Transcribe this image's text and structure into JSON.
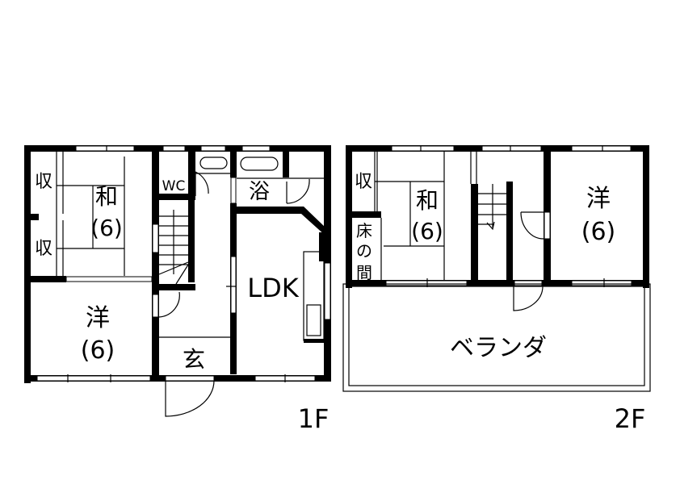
{
  "floor1": {
    "label": "1F",
    "rooms": {
      "storage_top": "収",
      "storage_bottom": "収",
      "washitsu": "和",
      "washitsu_size": "(6)",
      "wc": "WC",
      "bath": "浴",
      "ldk": "LDK",
      "youshitsu": "洋",
      "youshitsu_size": "(6)",
      "entrance": "玄"
    }
  },
  "floor2": {
    "label": "2F",
    "rooms": {
      "storage": "収",
      "tokonoma_1": "床",
      "tokonoma_2": "の",
      "tokonoma_3": "間",
      "washitsu": "和",
      "washitsu_size": "(6)",
      "youshitsu": "洋",
      "youshitsu_size": "(6)",
      "veranda": "ベランダ"
    }
  }
}
